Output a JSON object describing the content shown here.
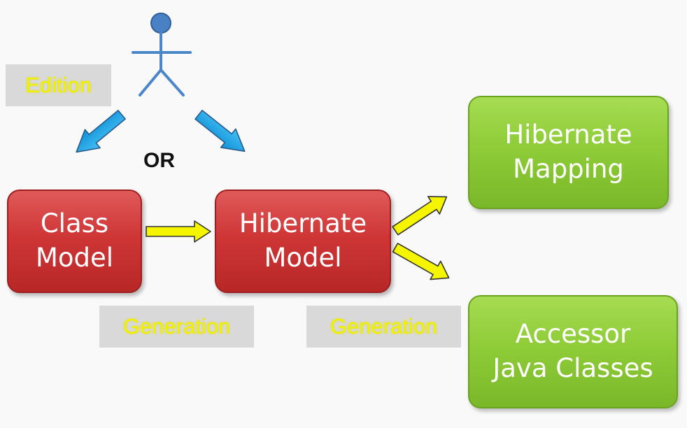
{
  "diagram": {
    "or_label": "OR",
    "nodes": {
      "class_model": {
        "lines": [
          "Class",
          "Model"
        ]
      },
      "hibernate_model": {
        "lines": [
          "Hibernate",
          "Model"
        ]
      },
      "hibernate_mapping": {
        "lines": [
          "Hibernate",
          "Mapping"
        ]
      },
      "accessor_java_classes": {
        "lines": [
          "Accessor",
          "Java Classes"
        ]
      }
    },
    "tags": {
      "edition": "Edition",
      "generation_left": "Generation",
      "generation_right": "Generation"
    }
  },
  "colors": {
    "red_box": "#cf3636",
    "green_box": "#8fcc38",
    "blue_arrow": "#1aa3e8",
    "yellow_arrow": "#f5f500",
    "actor": "#4a86c8",
    "tag_background": "#d9d9d9",
    "tag_text": "#f2f200"
  },
  "icons": {
    "actor": "stick-figure-actor-icon"
  }
}
